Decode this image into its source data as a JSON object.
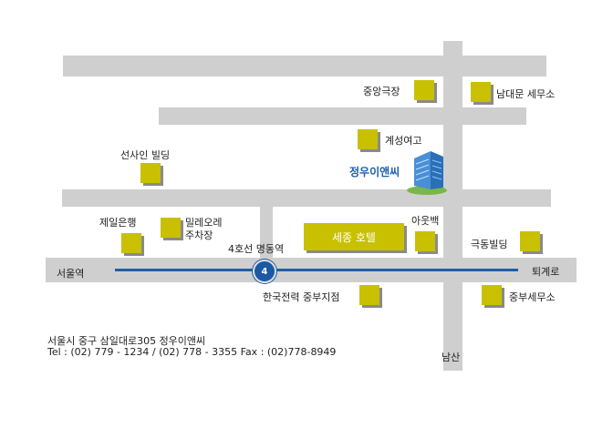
{
  "map": {
    "landmarks": {
      "joongang_theater": "중앙극장",
      "namdaemun_tax_office": "남대문 세무소",
      "gyesung_girls_high": "계성여고",
      "sunsain_building": "선사인 빌딩",
      "jeil_bank": "제일은행",
      "millieore_parking_line1": "밀레오레",
      "millieore_parking_line2": "주차장",
      "sejong_hotel": "세종 호텔",
      "outback": "아웃백",
      "geukdong_building": "극동빌딩",
      "kepco_branch": "한국전력 중부지점",
      "jungbu_tax_office": "중부세무소"
    },
    "company_marker": "정우이앤씨",
    "subway": {
      "line_number": "4",
      "station_name": "4호선 명동역",
      "west_station": "서울역",
      "east_station": "퇴계로",
      "line_color": "#1f5fa8"
    },
    "direction_south": "남산"
  },
  "footer": {
    "address": "서울시 중구 삼일대로305   정우이앤씨",
    "contact": "Tel : (02) 779 - 1234  /  (02) 778 - 3355   Fax : (02)778-8949"
  },
  "colors": {
    "road": "#cfcfcf",
    "building": "#c8c000",
    "company_label": "#1d5fb0"
  }
}
